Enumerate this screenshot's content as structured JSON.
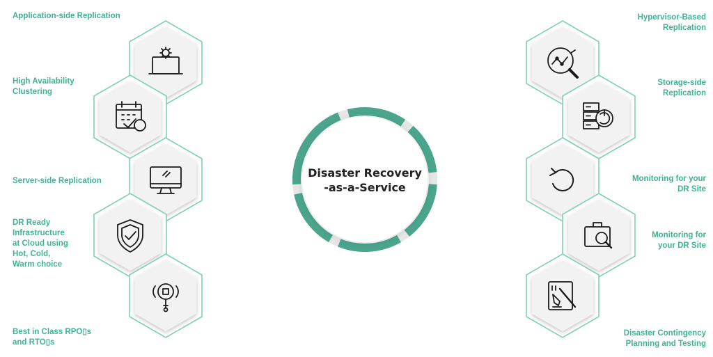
{
  "center": {
    "title": "Disaster Recovery\n-as-a-Service"
  },
  "left_items": [
    {
      "label": "Application-side Replication",
      "icon": "laptop-gear-icon"
    },
    {
      "label": "High Availability\nClustering",
      "icon": "calendar-check-icon"
    },
    {
      "label": "Server-side Replication",
      "icon": "monitor-icon"
    },
    {
      "label": "DR Ready\nInfrastructure\nat Cloud using\nHot, Cold,\nWarm choice",
      "icon": "shield-check-icon"
    },
    {
      "label": "Best in Class RPO▯s\nand RTO▯s",
      "icon": "location-target-icon"
    }
  ],
  "right_items": [
    {
      "label": "Hypervisor-Based\nReplication",
      "icon": "chart-magnifier-icon"
    },
    {
      "label": "Storage-side\nReplication",
      "icon": "server-refresh-icon"
    },
    {
      "label": "Monitoring for your\nDR Site",
      "icon": "undo-arrow-icon"
    },
    {
      "label": "Monitoring for\nyour DR Site",
      "icon": "briefcase-search-icon"
    },
    {
      "label": "Disaster Contingency\nPlanning and Testing",
      "icon": "document-pen-icon"
    }
  ],
  "colors": {
    "accent": "#3fb394",
    "ring": "#4aa58c",
    "ring_light": "#e6e6e6",
    "hex_fill": "#f2f2f2",
    "hex_outline": "#7fd0b6"
  }
}
